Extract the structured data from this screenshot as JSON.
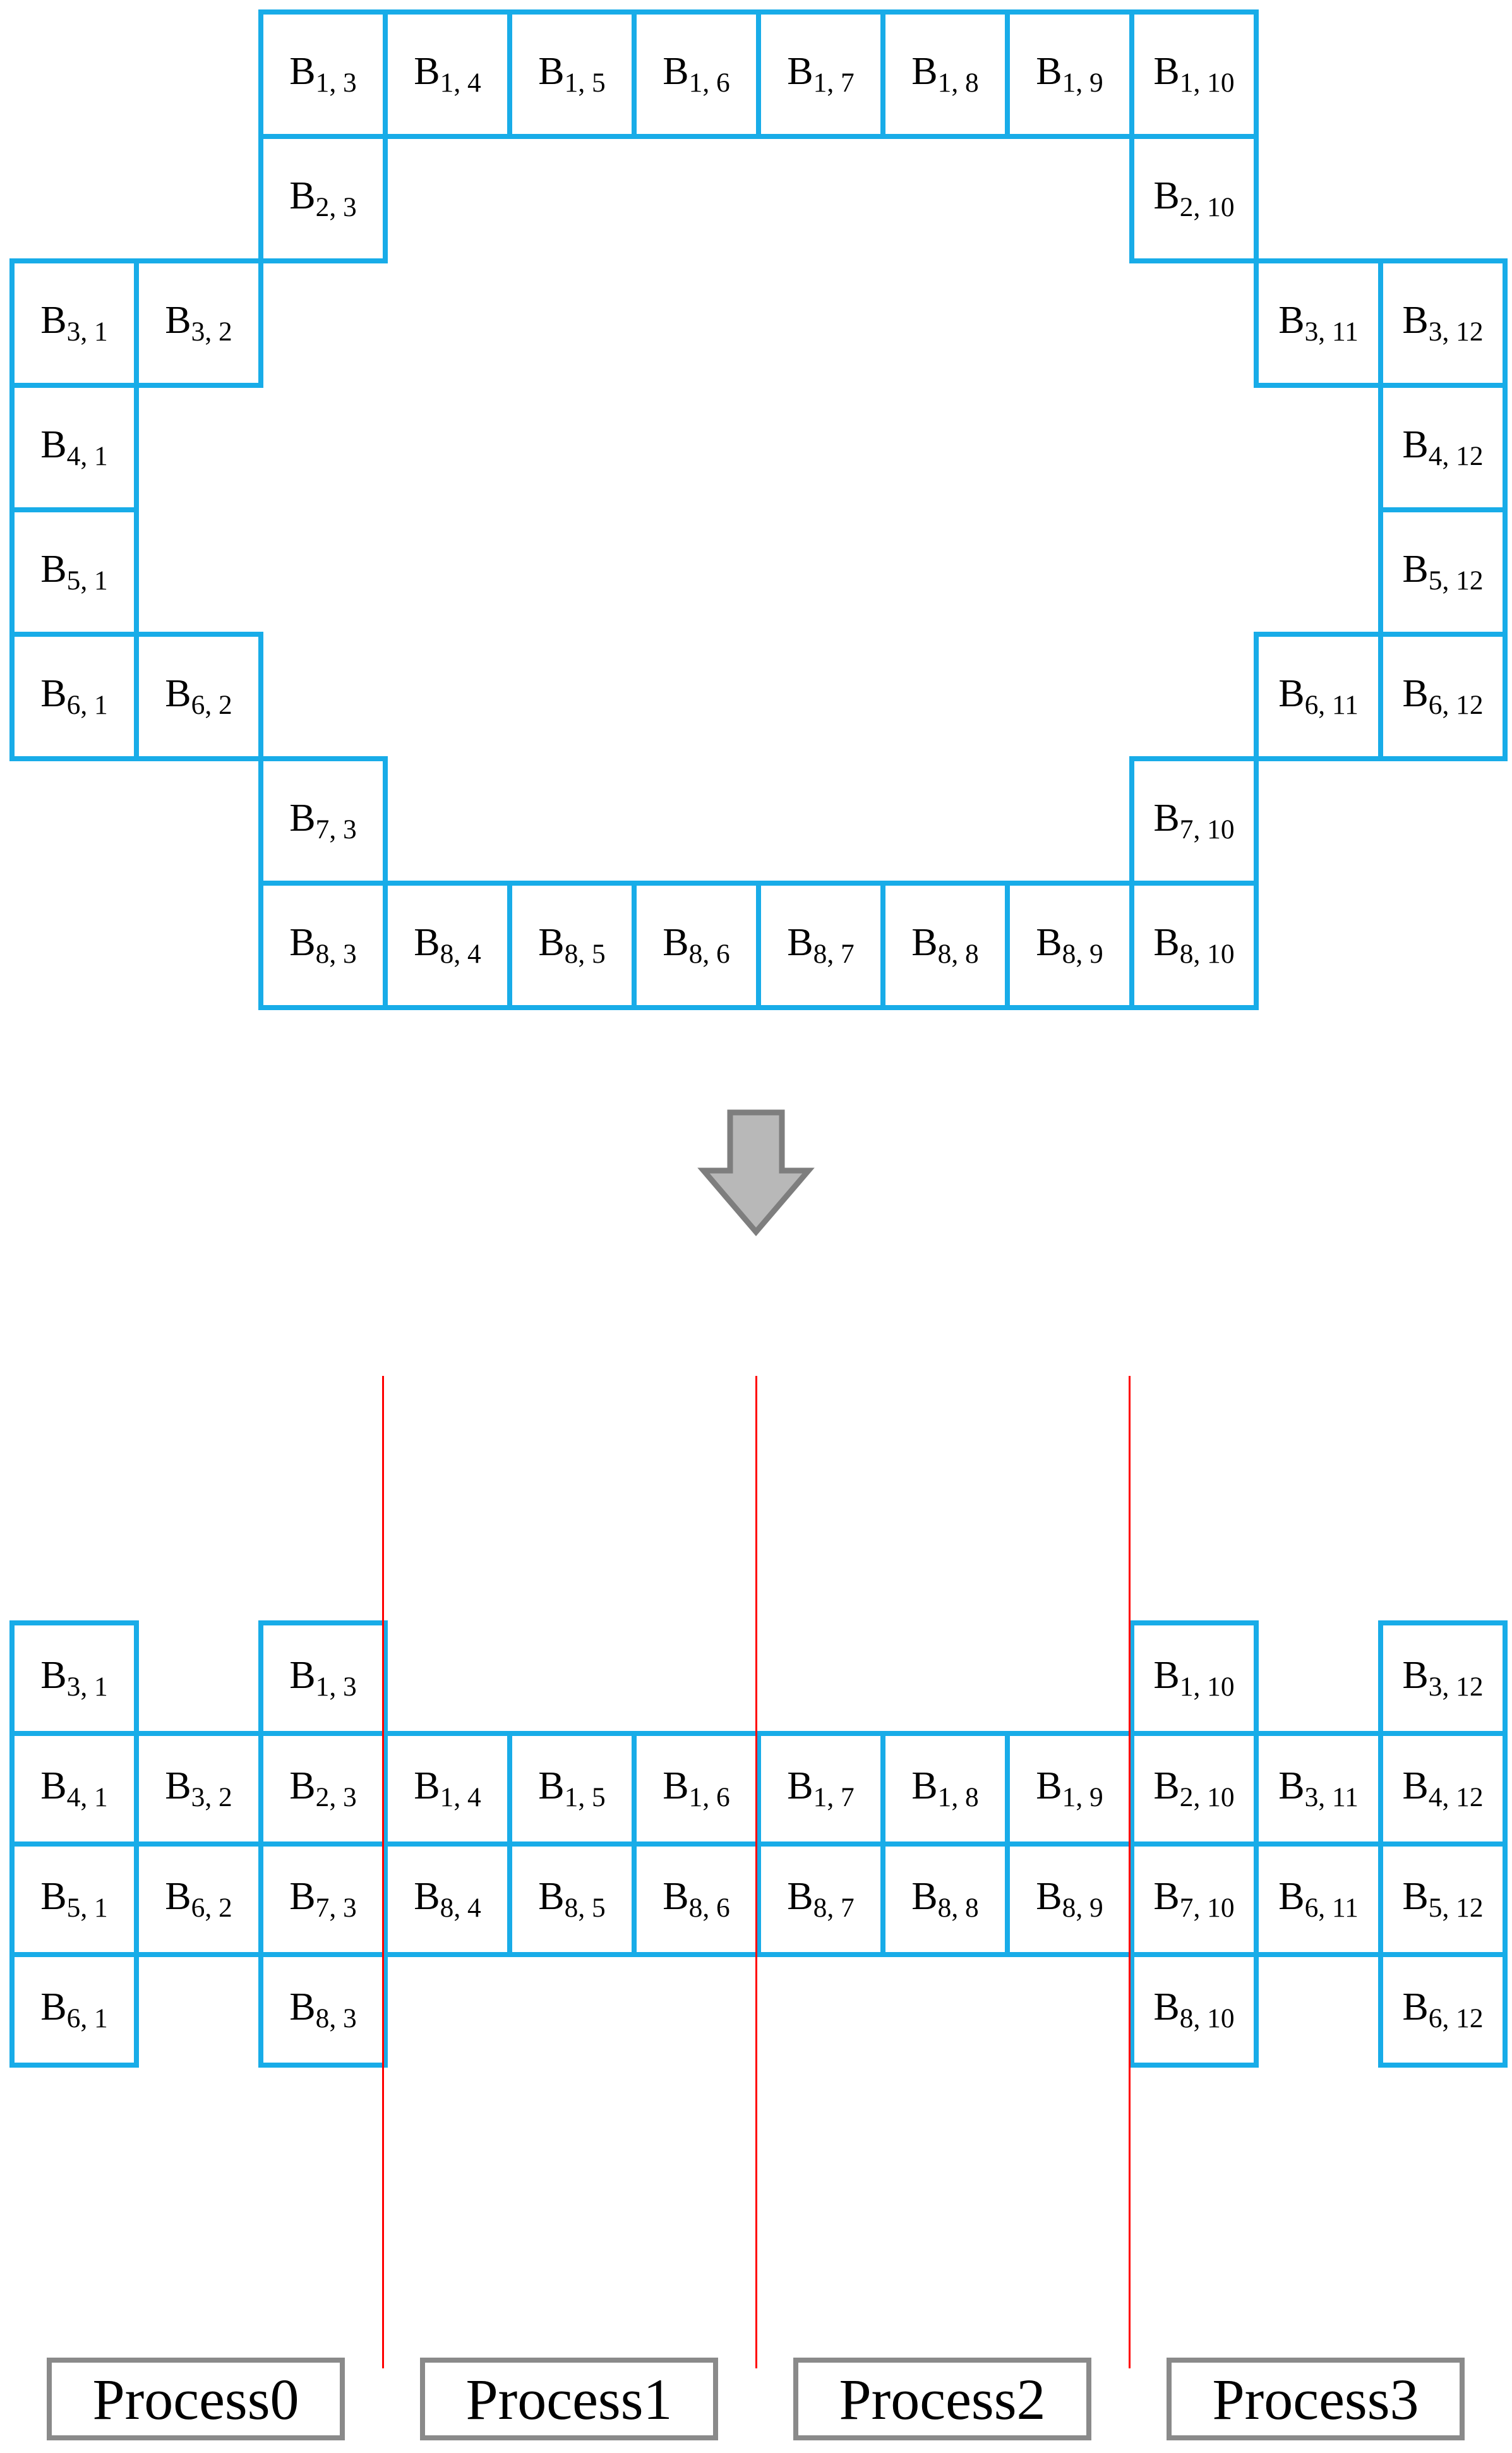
{
  "figure": {
    "description": "matrix boundary blocks redistributed to processes",
    "block_symbol": "B",
    "top_grid": {
      "rows": 8,
      "cols": 12,
      "cells": [
        {
          "row": 1,
          "col": 3,
          "sub": "1, 3"
        },
        {
          "row": 1,
          "col": 4,
          "sub": "1, 4"
        },
        {
          "row": 1,
          "col": 5,
          "sub": "1, 5"
        },
        {
          "row": 1,
          "col": 6,
          "sub": "1, 6"
        },
        {
          "row": 1,
          "col": 7,
          "sub": "1, 7"
        },
        {
          "row": 1,
          "col": 8,
          "sub": "1, 8"
        },
        {
          "row": 1,
          "col": 9,
          "sub": "1, 9"
        },
        {
          "row": 1,
          "col": 10,
          "sub": "1, 10"
        },
        {
          "row": 2,
          "col": 3,
          "sub": "2, 3"
        },
        {
          "row": 2,
          "col": 10,
          "sub": "2, 10"
        },
        {
          "row": 3,
          "col": 1,
          "sub": "3, 1"
        },
        {
          "row": 3,
          "col": 2,
          "sub": "3, 2"
        },
        {
          "row": 3,
          "col": 11,
          "sub": "3, 11"
        },
        {
          "row": 3,
          "col": 12,
          "sub": "3, 12"
        },
        {
          "row": 4,
          "col": 1,
          "sub": "4, 1"
        },
        {
          "row": 4,
          "col": 12,
          "sub": "4, 12"
        },
        {
          "row": 5,
          "col": 1,
          "sub": "5, 1"
        },
        {
          "row": 5,
          "col": 12,
          "sub": "5, 12"
        },
        {
          "row": 6,
          "col": 1,
          "sub": "6, 1"
        },
        {
          "row": 6,
          "col": 2,
          "sub": "6, 2"
        },
        {
          "row": 6,
          "col": 11,
          "sub": "6, 11"
        },
        {
          "row": 6,
          "col": 12,
          "sub": "6, 12"
        },
        {
          "row": 7,
          "col": 3,
          "sub": "7, 3"
        },
        {
          "row": 7,
          "col": 10,
          "sub": "7, 10"
        },
        {
          "row": 8,
          "col": 3,
          "sub": "8, 3"
        },
        {
          "row": 8,
          "col": 4,
          "sub": "8, 4"
        },
        {
          "row": 8,
          "col": 5,
          "sub": "8, 5"
        },
        {
          "row": 8,
          "col": 6,
          "sub": "8, 6"
        },
        {
          "row": 8,
          "col": 7,
          "sub": "8, 7"
        },
        {
          "row": 8,
          "col": 8,
          "sub": "8, 8"
        },
        {
          "row": 8,
          "col": 9,
          "sub": "8, 9"
        },
        {
          "row": 8,
          "col": 10,
          "sub": "8, 10"
        }
      ]
    },
    "transform_arrow": {
      "direction": "down"
    },
    "bottom_grid": {
      "rows": 4,
      "cols": 12,
      "cells": [
        {
          "row": 1,
          "col": 1,
          "sub": "3, 1"
        },
        {
          "row": 1,
          "col": 3,
          "sub": "1, 3"
        },
        {
          "row": 1,
          "col": 10,
          "sub": "1, 10"
        },
        {
          "row": 1,
          "col": 12,
          "sub": "3, 12"
        },
        {
          "row": 2,
          "col": 1,
          "sub": "4, 1"
        },
        {
          "row": 2,
          "col": 2,
          "sub": "3, 2"
        },
        {
          "row": 2,
          "col": 3,
          "sub": "2, 3"
        },
        {
          "row": 2,
          "col": 4,
          "sub": "1, 4"
        },
        {
          "row": 2,
          "col": 5,
          "sub": "1, 5"
        },
        {
          "row": 2,
          "col": 6,
          "sub": "1, 6"
        },
        {
          "row": 2,
          "col": 7,
          "sub": "1, 7"
        },
        {
          "row": 2,
          "col": 8,
          "sub": "1, 8"
        },
        {
          "row": 2,
          "col": 9,
          "sub": "1, 9"
        },
        {
          "row": 2,
          "col": 10,
          "sub": "2, 10"
        },
        {
          "row": 2,
          "col": 11,
          "sub": "3, 11"
        },
        {
          "row": 2,
          "col": 12,
          "sub": "4, 12"
        },
        {
          "row": 3,
          "col": 1,
          "sub": "5, 1"
        },
        {
          "row": 3,
          "col": 2,
          "sub": "6, 2"
        },
        {
          "row": 3,
          "col": 3,
          "sub": "7, 3"
        },
        {
          "row": 3,
          "col": 4,
          "sub": "8, 4"
        },
        {
          "row": 3,
          "col": 5,
          "sub": "8, 5"
        },
        {
          "row": 3,
          "col": 6,
          "sub": "8, 6"
        },
        {
          "row": 3,
          "col": 7,
          "sub": "8, 7"
        },
        {
          "row": 3,
          "col": 8,
          "sub": "8, 8"
        },
        {
          "row": 3,
          "col": 9,
          "sub": "8, 9"
        },
        {
          "row": 3,
          "col": 10,
          "sub": "7, 10"
        },
        {
          "row": 3,
          "col": 11,
          "sub": "6, 11"
        },
        {
          "row": 3,
          "col": 12,
          "sub": "5, 12"
        },
        {
          "row": 4,
          "col": 1,
          "sub": "6, 1"
        },
        {
          "row": 4,
          "col": 3,
          "sub": "8, 3"
        },
        {
          "row": 4,
          "col": 10,
          "sub": "8, 10"
        },
        {
          "row": 4,
          "col": 12,
          "sub": "6, 12"
        }
      ]
    },
    "partition_lines": {
      "count": 3,
      "after_columns": [
        3,
        6,
        9
      ]
    },
    "processes": [
      {
        "label": "Process0"
      },
      {
        "label": "Process1"
      },
      {
        "label": "Process2"
      },
      {
        "label": "Process3"
      }
    ],
    "colors": {
      "block_border": "#18ACE8",
      "partition_line": "#FF0000",
      "process_border": "#8A8A8A",
      "arrow_fill": "#B8B8B8",
      "arrow_stroke": "#7E7E7E",
      "text": "#000000",
      "background": "#FFFFFF"
    }
  }
}
